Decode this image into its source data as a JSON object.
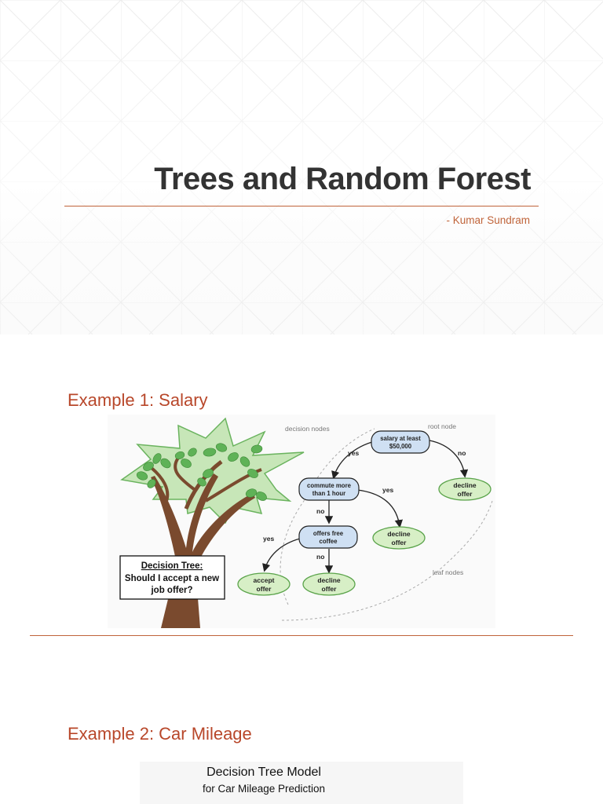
{
  "slide1": {
    "title": "Trees and Random Forest",
    "author": "- Kumar Sundram"
  },
  "slide2": {
    "heading": "Example 1: Salary",
    "diagram": {
      "box_title": "Decision Tree:",
      "box_line1": "Should I accept a new",
      "box_line2": "job offer?",
      "label_decision_nodes": "decision nodes",
      "label_root_node": "root node",
      "label_leaf_nodes": "leaf nodes",
      "root_line1": "salary at least",
      "root_line2": "$50,000",
      "commute_line1": "commute more",
      "commute_line2": "than 1 hour",
      "coffee_line1": "offers free",
      "coffee_line2": "coffee",
      "decline_line1": "decline",
      "decline_line2": "offer",
      "accept_line1": "accept",
      "accept_line2": "offer",
      "yes": "yes",
      "no": "no"
    }
  },
  "slide3": {
    "heading": "Example 2: Car Mileage",
    "model_title": "Decision Tree Model",
    "model_subtitle": "for Car Mileage Prediction"
  },
  "colors": {
    "accent": "#c0643a",
    "heading": "#b8472a",
    "decision_node_fill": "#cfe0f3",
    "leaf_node_fill": "#d7efc6",
    "leaf_node_stroke": "#5aa34a",
    "tree_leaf": "#5fb257",
    "trunk": "#7a4a2e"
  }
}
